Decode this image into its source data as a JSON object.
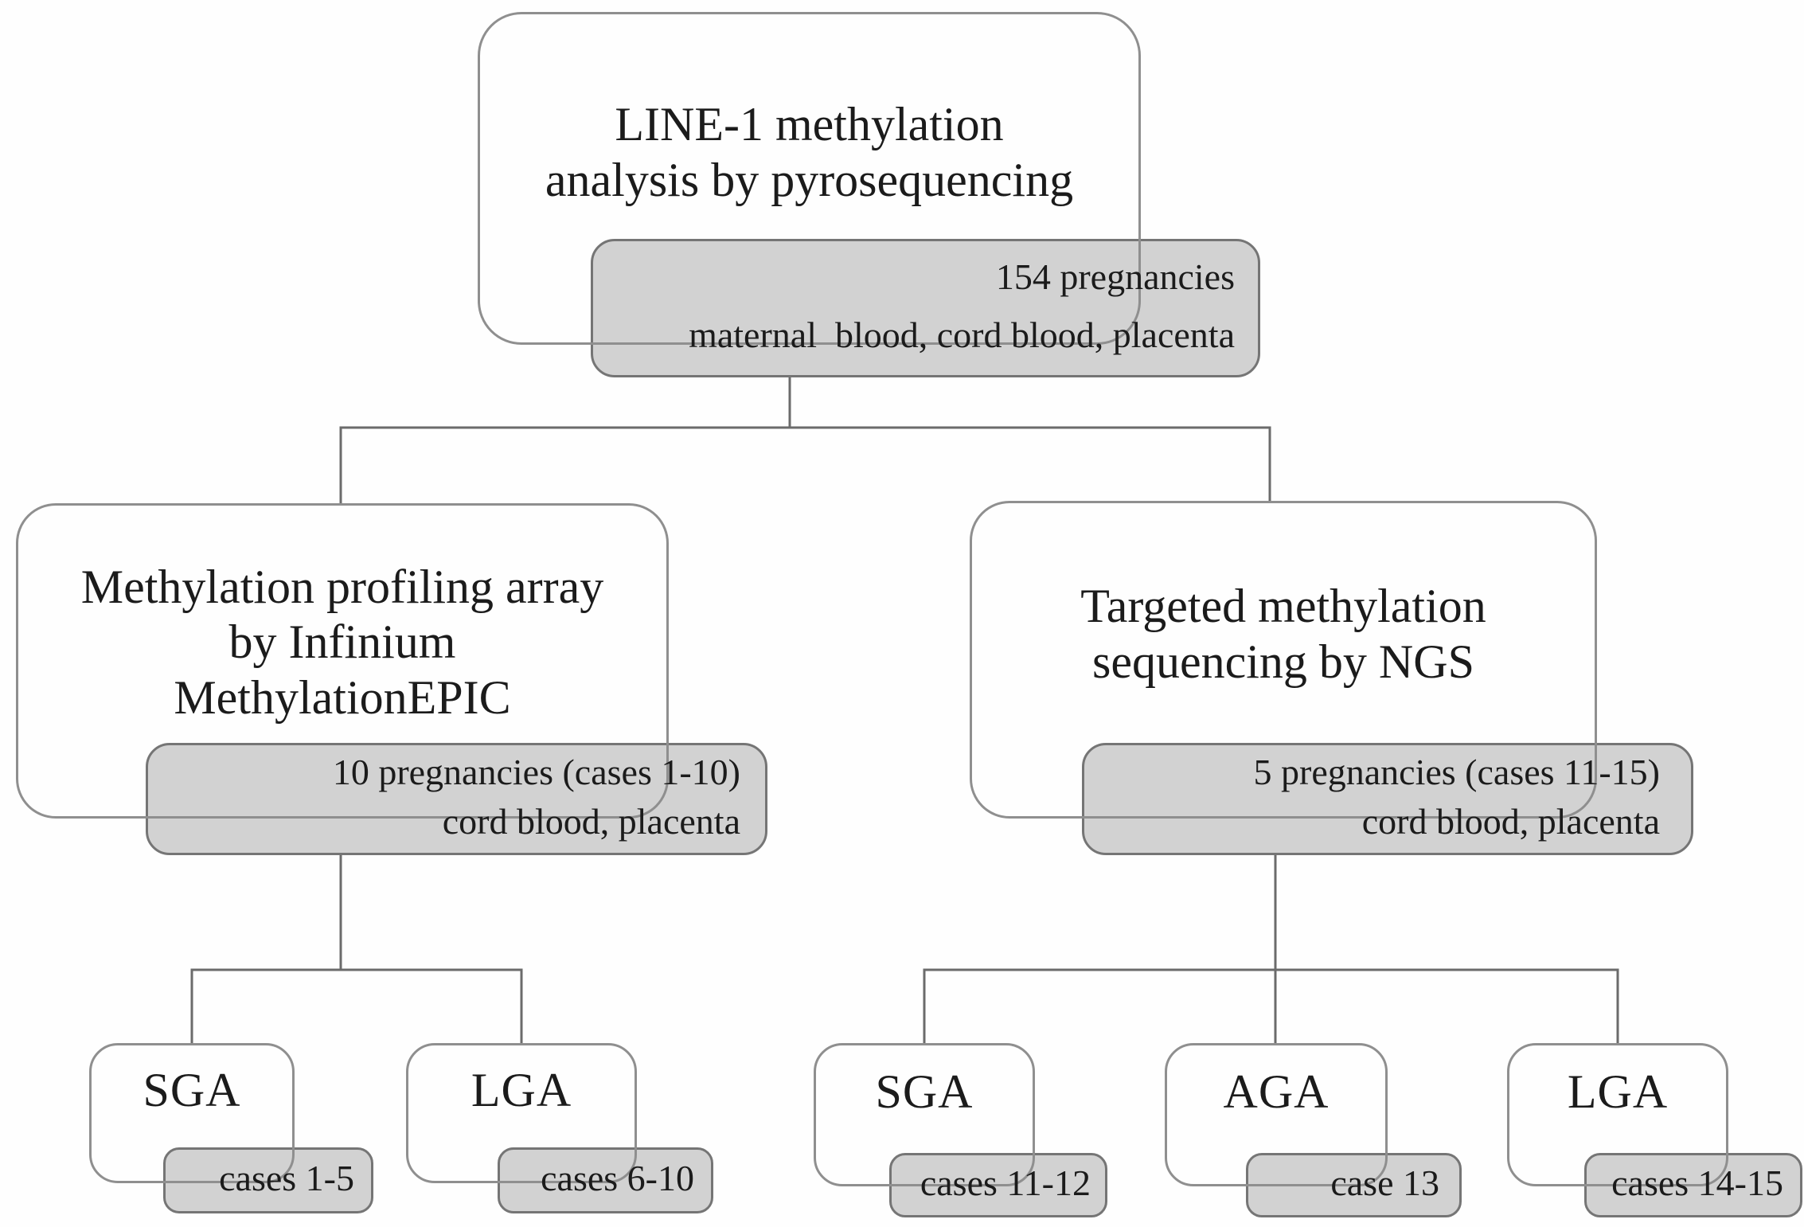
{
  "colors": {
    "gray_fill": "#d2d2d2",
    "gray_border": "#757575",
    "white_box_border": "#8f8f8f",
    "connector": "#6b6b6b",
    "text": "#1b1b1b"
  },
  "root": {
    "title": "LINE-1 methylation\nanalysis by pyrosequencing",
    "sample_line1": "154 pregnancies",
    "sample_line2": "maternal  blood, cord blood, placenta"
  },
  "branches": {
    "left": {
      "title": "Methylation profiling array\nby Infinium\nMethylationEPIC",
      "sample_line1": "10 pregnancies (cases 1-10)",
      "sample_line2": "cord blood, placenta",
      "groups": [
        {
          "label": "SGA",
          "cases": "cases 1-5"
        },
        {
          "label": "LGA",
          "cases": "cases 6-10"
        }
      ]
    },
    "right": {
      "title": "Targeted methylation\nsequencing by NGS",
      "sample_line1": "5 pregnancies (cases 11-15)",
      "sample_line2": "cord blood, placenta",
      "groups": [
        {
          "label": "SGA",
          "cases": "cases 11-12"
        },
        {
          "label": "AGA",
          "cases": "case 13"
        },
        {
          "label": "LGA",
          "cases": "cases 14-15"
        }
      ]
    }
  }
}
